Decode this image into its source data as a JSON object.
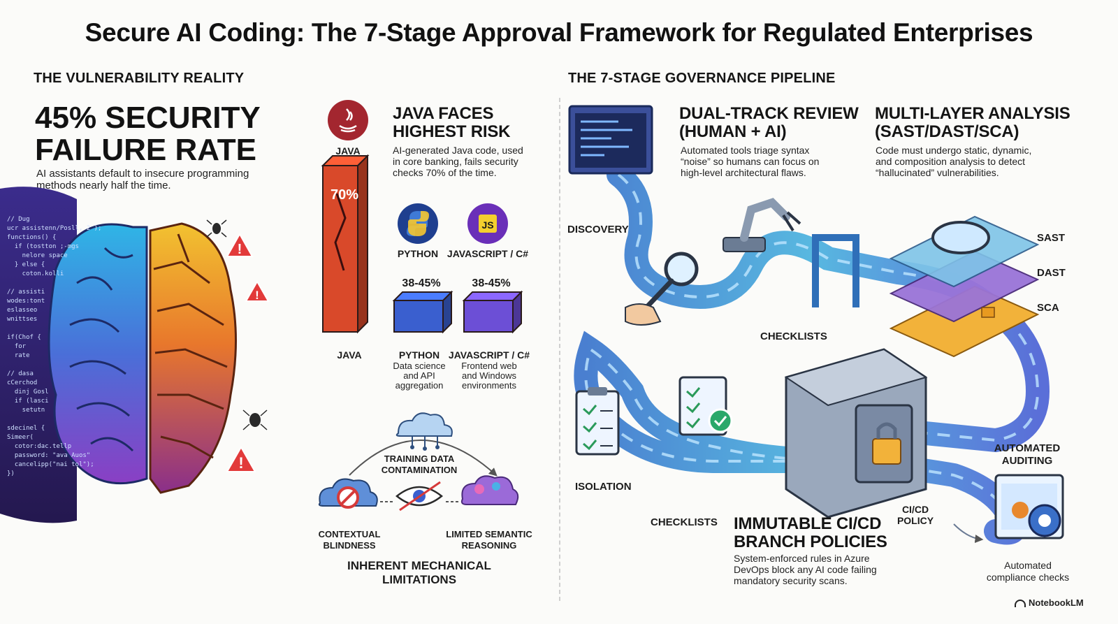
{
  "title": "Secure AI Coding: The 7-Stage Approval Framework for Regulated Enterprises",
  "left": {
    "section_title": "THE VULNERABILITY REALITY",
    "headline_line1": "45% SECURITY",
    "headline_line2": "FAILURE RATE",
    "description_line1": "AI assistants default to insecure programming",
    "description_line2": "methods nearly half the time.",
    "code_snippet": "// Dug\nucr assistenn/Posll, 2 );\nfunctions() {\n  if (tostton ;-mgs\n    nelore space\n  } else {\n    coton.kolli\n\n// assisti\nwodes:tont\neslasseo\nwnittses\n\nif(Chof {\n  for\n  rate\n\n// dasa\ncCerchod\n  dinj Gosl\n  if (lasci\n    setutn\n\nsdecinel {\nSimeer(\n  cotor:dac.tellp\n  password: \"ava Auos\"\n  cancelipp(\"nai tol\");\n})"
  },
  "middle": {
    "java_icon_label": "JAVA",
    "java_heading_line1": "JAVA FACES",
    "java_heading_line2": "HIGHEST RISK",
    "java_desc_line1": "AI-generated Java code, used",
    "java_desc_line2": "in core banking, fails security",
    "java_desc_line3": "checks 70% of the time.",
    "python_icon_label": "PYTHON",
    "js_icon_label": "JAVASCRIPT / C#",
    "js_icon_text": "JS",
    "bars": [
      {
        "label": "JAVA",
        "value_label": "70%",
        "value": 70,
        "color": "#d9492a",
        "desc_line1": "",
        "desc_line2": "",
        "desc_line3": ""
      },
      {
        "label": "PYTHON",
        "value_label": "38-45%",
        "value": 45,
        "color": "#3a5fcf",
        "desc_line1": "Data science",
        "desc_line2": "and API",
        "desc_line3": "aggregation"
      },
      {
        "label": "JAVASCRIPT / C#",
        "value_label": "38-45%",
        "value": 45,
        "color": "#6c4fd6",
        "desc_line1": "Frontend web",
        "desc_line2": "and Windows",
        "desc_line3": "environments"
      }
    ],
    "limitations": {
      "training_line1": "TRAINING DATA",
      "training_line2": "CONTAMINATION",
      "context_line1": "CONTEXTUAL",
      "context_line2": "BLINDNESS",
      "semantic_line1": "LIMITED SEMANTIC",
      "semantic_line2": "REASONING",
      "footer_line1": "INHERENT MECHANICAL",
      "footer_line2": "LIMITATIONS"
    }
  },
  "right": {
    "section_title": "THE 7-STAGE GOVERNANCE PIPELINE",
    "dual_heading_line1": "DUAL-TRACK REVIEW",
    "dual_heading_line2": "(HUMAN + AI)",
    "dual_desc_line1": "Automated tools triage syntax",
    "dual_desc_line2": "“noise” so humans can focus on",
    "dual_desc_line3": "high-level architectural flaws.",
    "multi_heading_line1": "MULTI-LAYER ANALYSIS",
    "multi_heading_line2": "(SAST/DAST/SCA)",
    "multi_desc_line1": "Code must undergo static, dynamic,",
    "multi_desc_line2": "and composition analysis to detect",
    "multi_desc_line3": "“hallucinated” vulnerabilities.",
    "stage_discovery": "DISCOVERY",
    "stage_checklists_top": "CHECKLISTS",
    "layer_sast": "SAST",
    "layer_dast": "DAST",
    "layer_sca": "SCA",
    "stage_isolation": "ISOLATION",
    "stage_checklists_bottom": "CHECKLISTS",
    "immutable_heading_line1": "IMMUTABLE CI/CD",
    "immutable_heading_line2": "BRANCH POLICIES",
    "immutable_desc_line1": "System-enforced rules in Azure",
    "immutable_desc_line2": "DevOps block any AI code failing",
    "immutable_desc_line3": "mandatory security scans.",
    "cicd_line1": "CI/CD",
    "cicd_line2": "POLICY",
    "auditing_line1": "AUTOMATED",
    "auditing_line2": "AUDITING",
    "compliance_line1": "Automated",
    "compliance_line2": "compliance checks",
    "brand": "NotebookLM"
  },
  "colors": {
    "java_bar": "#d9492a",
    "python_bar": "#3a5fcf",
    "js_bar": "#6c4fd6",
    "pipe": "#6fa8e0",
    "brain_left": "#3aa0e6",
    "brain_right": "#e8882c",
    "alert": "#e23a3a"
  }
}
